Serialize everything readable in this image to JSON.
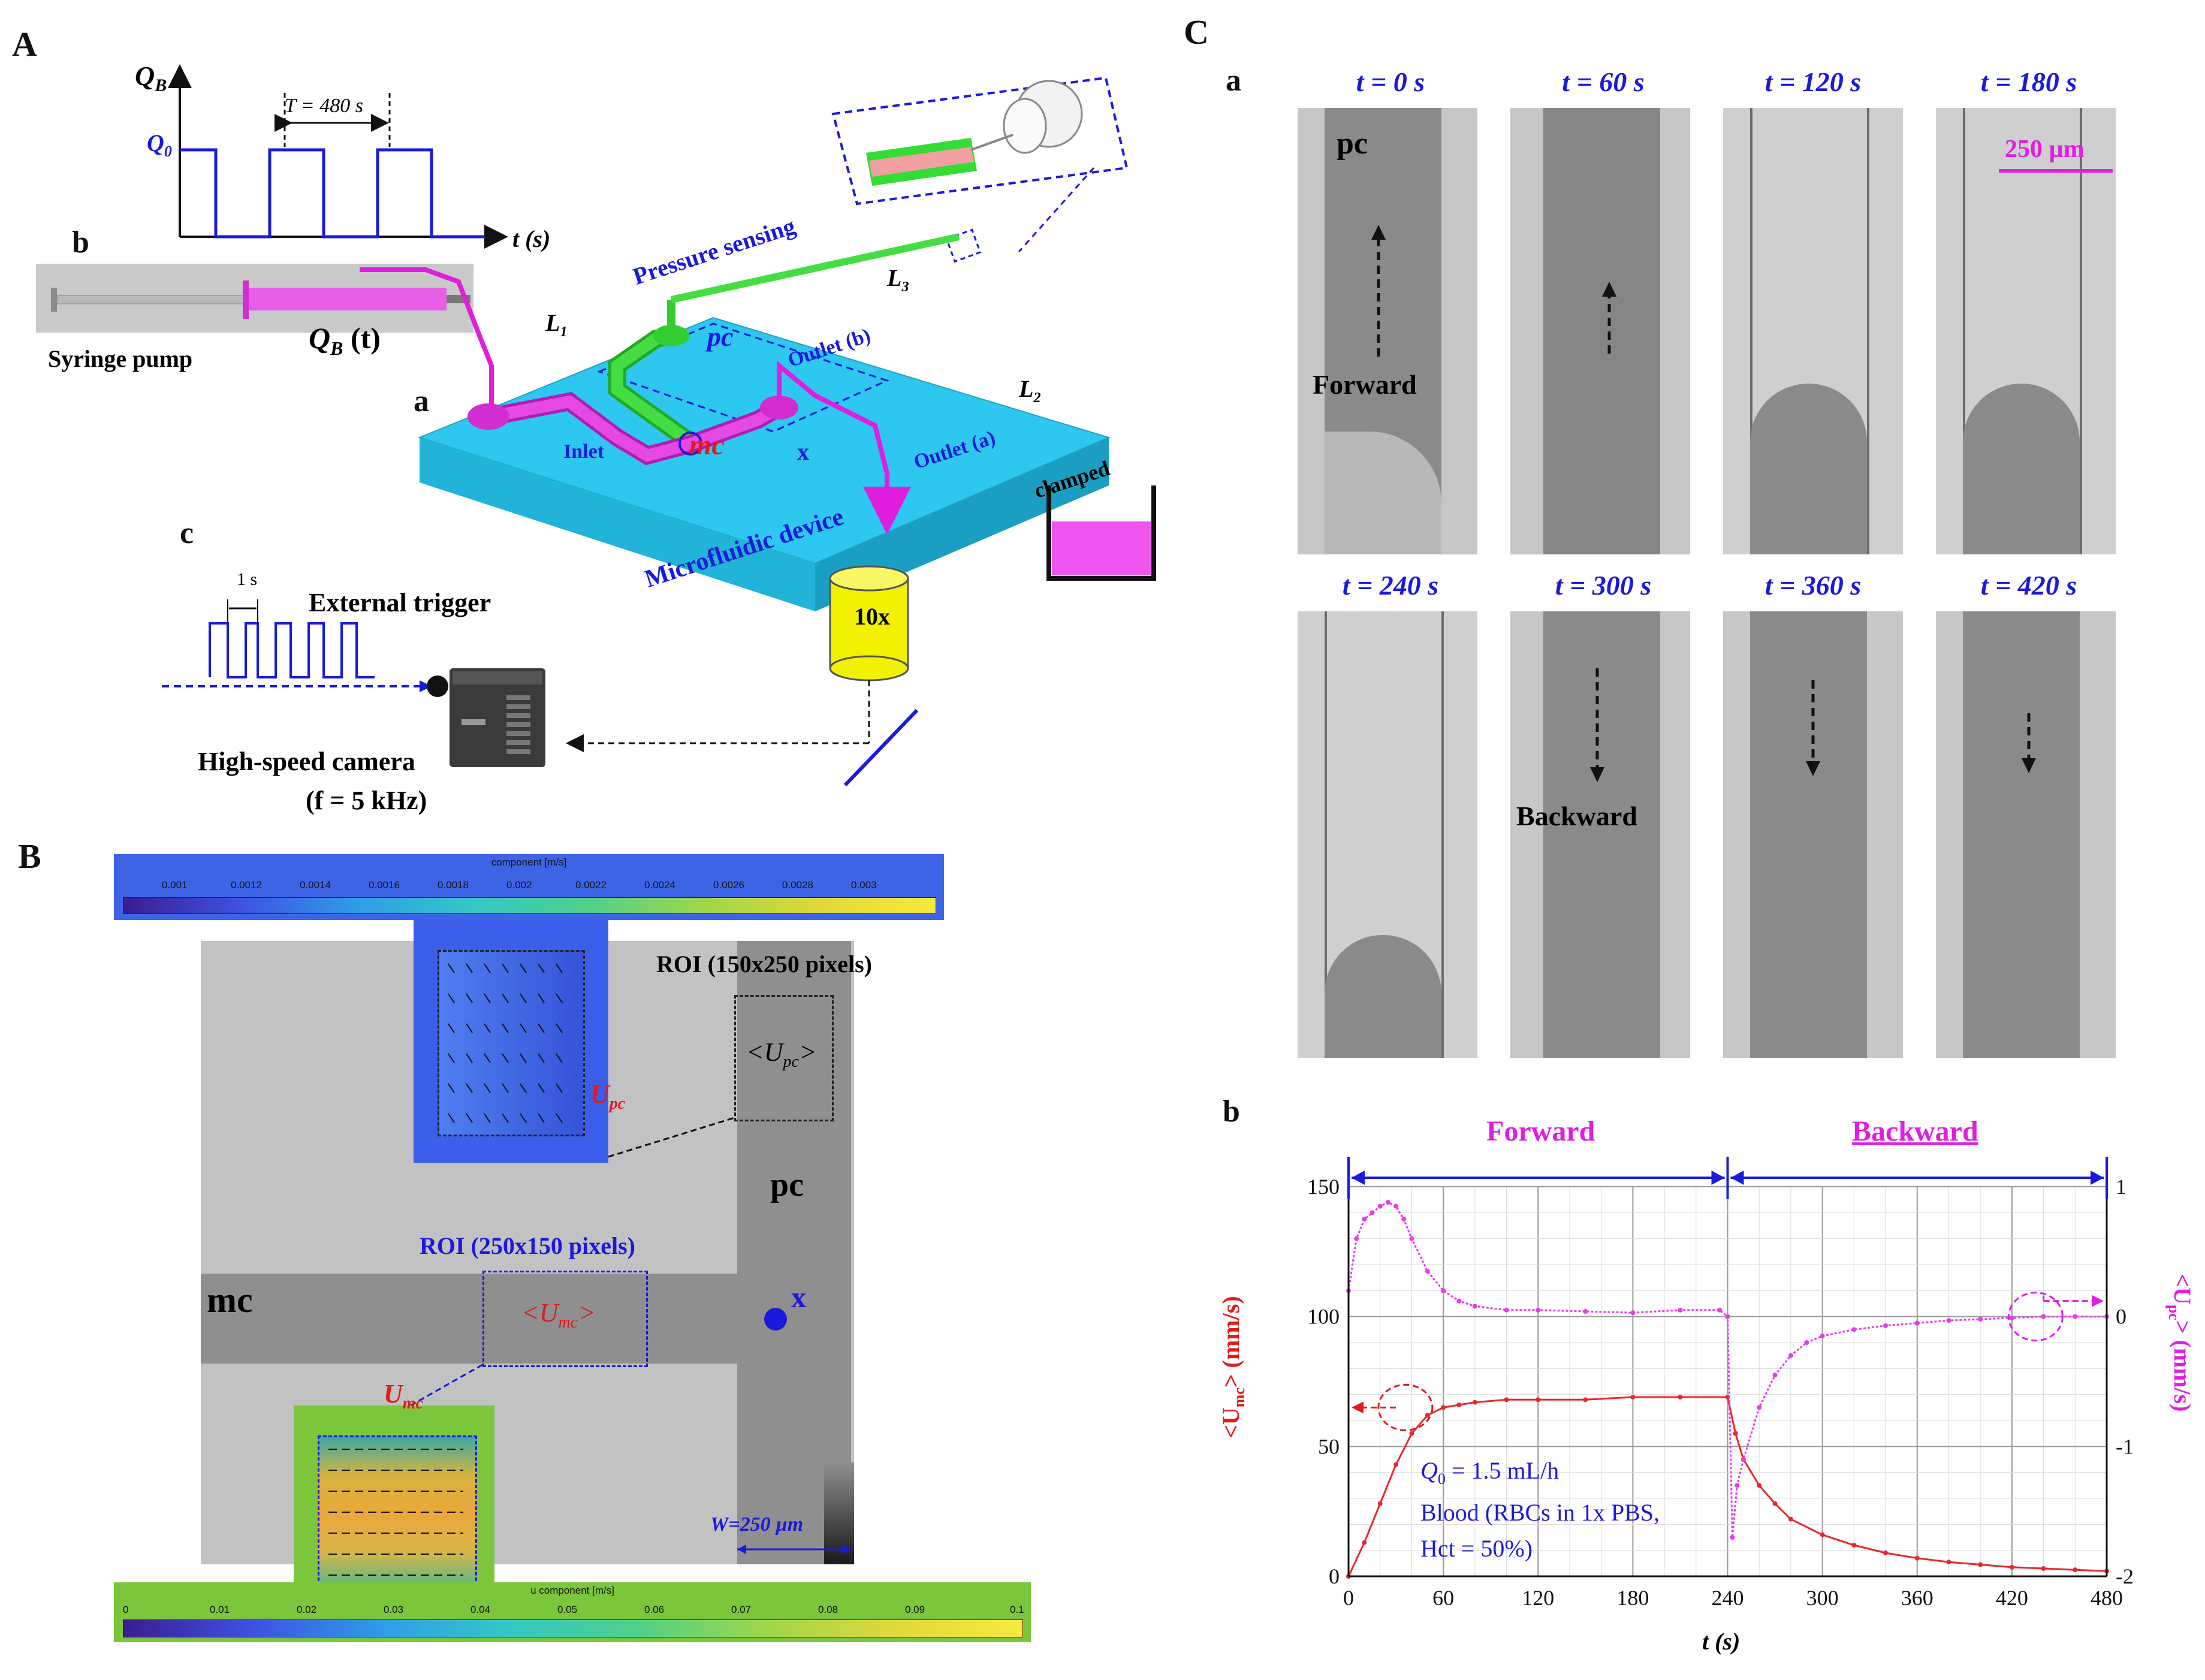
{
  "panels": {
    "A": "A",
    "B": "B",
    "C": "C"
  },
  "panelA": {
    "qb_axis": "Q",
    "qb_sub": "B",
    "q0": "Q",
    "q0_sub": "0",
    "period": "T = 480 s",
    "t_axis": "t (s)",
    "sub_b": "b",
    "syringe_pump": "Syringe pump",
    "qb_t": "Q",
    "qb_t_sub": "B",
    "qb_t_suffix": " (t)",
    "L1": "L",
    "L1_sub": "1",
    "L2": "L",
    "L2_sub": "2",
    "L3": "L",
    "L3_sub": "3",
    "clamped": "clamped",
    "pressure_sensing": "Pressure sensing",
    "pc": "pc",
    "outlet_b": "Outlet (b)",
    "sub_a": "a",
    "inlet": "Inlet",
    "mc": "mc",
    "x": "x",
    "outlet_a": "Outlet (a)",
    "device": "Microfluidic  device",
    "sub_c": "c",
    "one_s": "1 s",
    "ext_trigger": "External trigger",
    "objective": "10x",
    "camera": "High-speed camera",
    "camera_f": "(f = 5 kHz)"
  },
  "panelB": {
    "cbar_top_title": "component [m/s]",
    "cbar_top_ticks": [
      "0.001",
      "0.0012",
      "0.0014",
      "0.0016",
      "0.0018",
      "0.002",
      "0.0022",
      "0.0024",
      "0.0026",
      "0.0028",
      "0.003"
    ],
    "roi_pc": "ROI (150x250 pixels)",
    "upc_avg": "<U",
    "upc_avg_sub": "pc",
    "upc_avg_end": ">",
    "upc": "U",
    "upc_sub": "pc",
    "pc": "pc",
    "roi_mc": "ROI (250x150 pixels)",
    "mc": "mc",
    "umc_avg": "<U",
    "umc_avg_sub": "mc",
    "umc_avg_end": ">",
    "x": "x",
    "umc": "U",
    "umc_sub": "mc",
    "width": "W=250 µm",
    "cbar_bot_title": "u component [m/s]",
    "cbar_bot_ticks": [
      "0",
      "0.01",
      "0.02",
      "0.03",
      "0.04",
      "0.05",
      "0.06",
      "0.07",
      "0.08",
      "0.09",
      "0.1"
    ]
  },
  "panelC": {
    "sub_a": "a",
    "sub_b": "b",
    "times_top": [
      "t = 0 s",
      "t = 60 s",
      "t = 120 s",
      "t = 180 s"
    ],
    "times_bottom": [
      "t = 240 s",
      "t = 300 s",
      "t = 360 s",
      "t = 420 s"
    ],
    "pc": "pc",
    "forward_img": "Forward",
    "backward_img": "Backward",
    "scale": "250  µm",
    "forward": "Forward",
    "backward": "Backward",
    "q0_text": "Q",
    "q0_sub": "0",
    "q0_val": "= 1.5 mL/h",
    "blood1": "Blood (RBCs in 1x PBS,",
    "blood2": "Hct = 50%)",
    "ylabel_left": "<U",
    "ylabel_left_sub": "mc",
    "ylabel_left_end": "> (mm/s)",
    "ylabel_right": "<U",
    "ylabel_right_sub": "pc",
    "ylabel_right_end": "> (mm/s)",
    "xlabel": "t (s)"
  },
  "chart_data": {
    "type": "line",
    "xlabel": "t (s)",
    "ylabel": "<Umc> (mm/s)",
    "ylabel_right": "<Upc> (mm/s)",
    "xlim": [
      0,
      480
    ],
    "ylim": [
      0,
      150
    ],
    "ylim_right": [
      -2,
      1
    ],
    "x_ticks": [
      0,
      60,
      120,
      180,
      240,
      300,
      360,
      420,
      480
    ],
    "y_ticks": [
      0,
      50,
      100,
      150
    ],
    "y_ticks_right": [
      -2,
      -1,
      0,
      1
    ],
    "grid": true,
    "series": [
      {
        "name": "<Umc>",
        "axis": "left",
        "color": "#e8282c",
        "x": [
          0,
          10,
          20,
          30,
          40,
          50,
          60,
          70,
          80,
          100,
          120,
          150,
          180,
          210,
          240,
          245,
          250,
          260,
          270,
          280,
          300,
          320,
          340,
          360,
          380,
          400,
          420,
          440,
          460,
          480
        ],
        "y": [
          0,
          13,
          28,
          43,
          55,
          62,
          65,
          66,
          67,
          68,
          68,
          68,
          69,
          69,
          69,
          55,
          45,
          35,
          28,
          22,
          16,
          12,
          9,
          7,
          5.5,
          4.5,
          3.5,
          3,
          2.5,
          2
        ]
      },
      {
        "name": "<Upc>",
        "axis": "right",
        "color": "#e83ce8",
        "x": [
          0,
          5,
          10,
          15,
          20,
          25,
          30,
          35,
          40,
          50,
          60,
          70,
          80,
          100,
          120,
          150,
          180,
          210,
          235,
          240,
          243,
          246,
          250,
          260,
          270,
          280,
          290,
          300,
          320,
          340,
          360,
          380,
          400,
          420,
          440,
          460,
          480
        ],
        "y": [
          0.2,
          0.6,
          0.75,
          0.8,
          0.85,
          0.88,
          0.85,
          0.75,
          0.6,
          0.35,
          0.2,
          0.12,
          0.08,
          0.05,
          0.05,
          0.04,
          0.03,
          0.05,
          0.05,
          0.0,
          -1.7,
          -1.3,
          -1.1,
          -0.7,
          -0.45,
          -0.3,
          -0.2,
          -0.15,
          -0.1,
          -0.07,
          -0.05,
          -0.03,
          -0.02,
          -0.01,
          0.0,
          0.0,
          0.0
        ]
      }
    ],
    "annotations": [
      "Forward",
      "Backward",
      "Q0 = 1.5 mL/h",
      "Blood (RBCs in 1x PBS, Hct = 50%)"
    ]
  }
}
